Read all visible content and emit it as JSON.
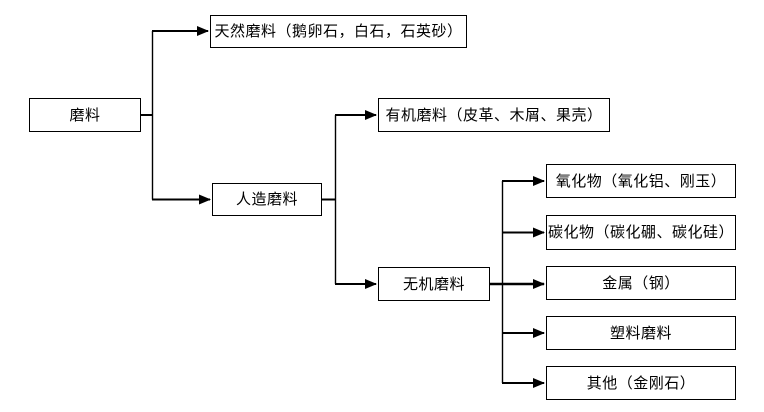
{
  "diagram": {
    "type": "tree-flowchart",
    "background": "#ffffff",
    "line_color": "#000000",
    "box_border_color": "#000000",
    "box_fill": "#ffffff",
    "nodes": {
      "root": "磨料",
      "natural": "天然磨料（鹅卵石，白石，石英砂）",
      "artificial": "人造磨料",
      "organic": "有机磨料（皮革、木屑、果壳）",
      "inorganic": "无机磨料",
      "oxide": "氧化物（氧化铝、刚玉）",
      "carbide": "碳化物（碳化硼、碳化硅）",
      "metal": "金属（钢）",
      "plastic": "塑料磨料",
      "other": "其他（金刚石）"
    },
    "edges": [
      {
        "from": "root",
        "to": "natural"
      },
      {
        "from": "root",
        "to": "artificial"
      },
      {
        "from": "artificial",
        "to": "organic"
      },
      {
        "from": "artificial",
        "to": "inorganic"
      },
      {
        "from": "inorganic",
        "to": "oxide"
      },
      {
        "from": "inorganic",
        "to": "carbide"
      },
      {
        "from": "inorganic",
        "to": "metal"
      },
      {
        "from": "inorganic",
        "to": "plastic"
      },
      {
        "from": "inorganic",
        "to": "other"
      }
    ]
  }
}
